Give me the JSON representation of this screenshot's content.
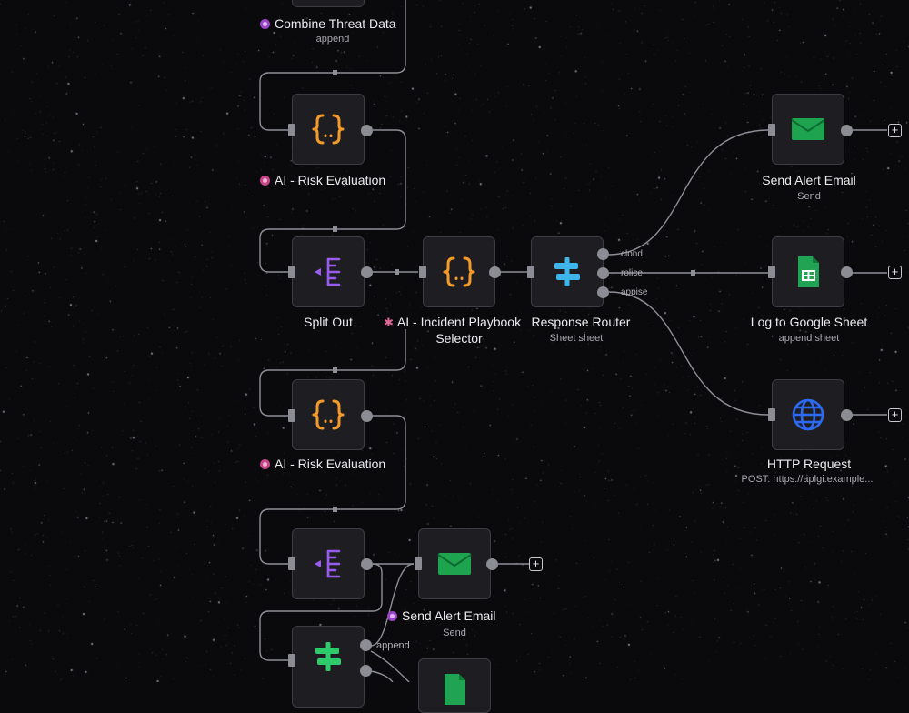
{
  "nodes": {
    "combine": {
      "label": "Combine Threat Data",
      "sub": "append"
    },
    "risk1": {
      "label": "AI - Risk Evaluation"
    },
    "split1": {
      "label": "Split Out"
    },
    "playbook": {
      "label_line1": "AI - Incident Playbook",
      "label_line2": "Selector"
    },
    "router": {
      "label": "Response Router",
      "sub": "Sheet sheet",
      "branch1": "clond",
      "branch2": "rolice",
      "branch3": "appise"
    },
    "email1": {
      "label": "Send Alert Email",
      "sub": "Send"
    },
    "sheet1": {
      "label": "Log to Google Sheet",
      "sub": "append sheet"
    },
    "http": {
      "label": "HTTP Request",
      "sub": "POST: https://aplgi.example..."
    },
    "risk2": {
      "label": "AI - Risk Evaluation"
    },
    "email2": {
      "label": "Send Alert Email",
      "sub": "Send"
    },
    "router2": {
      "branch1": "append"
    }
  },
  "icons": {
    "code": "code-braces-icon",
    "split": "split-out-icon",
    "router": "router-signpost-icon",
    "email": "envelope-icon",
    "sheet": "google-sheets-icon",
    "http": "globe-icon",
    "plus": "+"
  },
  "colors": {
    "code": "#f39a2a",
    "split": "#9a5cf0",
    "router": "#3fb6ea",
    "router2": "#2ecb6a",
    "email": "#1ea34f",
    "sheet": "#20a453",
    "http": "#2d6af2",
    "badge_pink": "#c8458a",
    "badge_purple": "#9a44c8"
  }
}
